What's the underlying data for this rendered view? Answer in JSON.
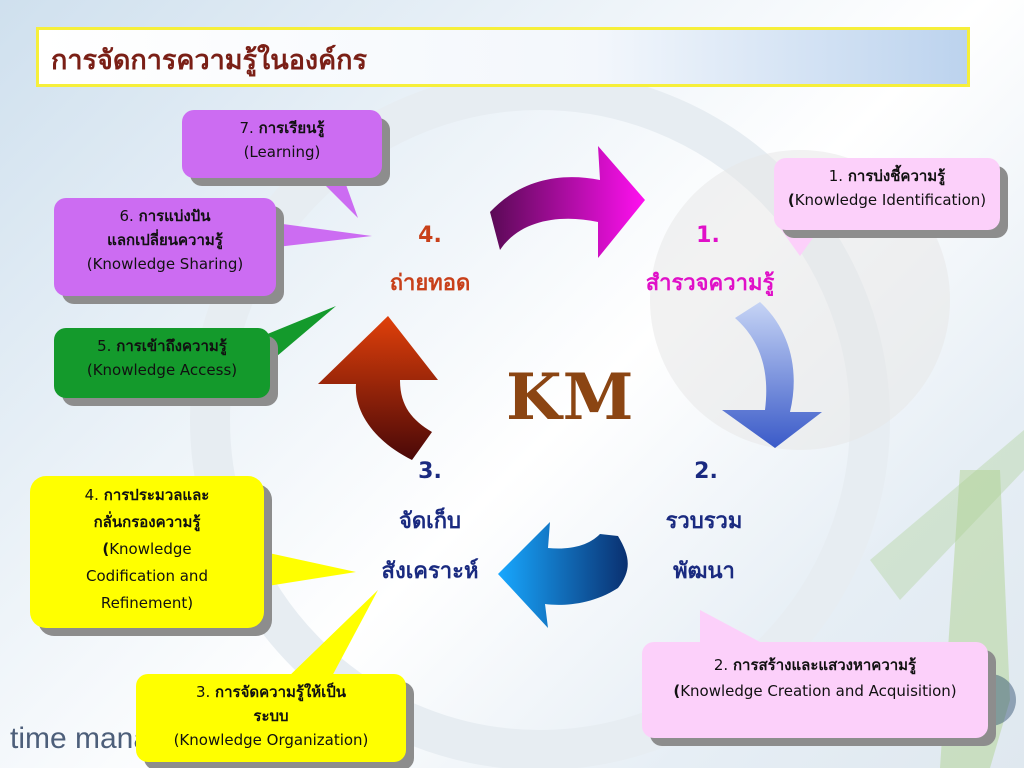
{
  "title": "การจัดการความรู้ในองค์กร",
  "center": "KM",
  "steps": {
    "s1": {
      "num": "1.",
      "label": "สำรวจความรู้"
    },
    "s2": {
      "num": "2.",
      "line1": "รวบรวม",
      "line2": "พัฒนา"
    },
    "s3": {
      "num": "3.",
      "line1": "จัดเก็บ",
      "line2": "สังเคราะห์"
    },
    "s4": {
      "num": "4.",
      "label": "ถ่ายทอด"
    }
  },
  "boxes": {
    "b1": {
      "num": "1.",
      "th": "การบ่งชี้ความรู้",
      "en_prefix": "(",
      "en": "Knowledge Identification)"
    },
    "b2": {
      "num": "2.",
      "th": "การสร้างและแสวงหาความรู้",
      "en_prefix": "(",
      "en": "Knowledge Creation and Acquisition)"
    },
    "b3": {
      "num": "3.",
      "th1": "การจัดความรู้ให้เป็น",
      "th2": "ระบบ",
      "en": "(Knowledge Organization)"
    },
    "b4": {
      "num": "4.",
      "th1": "การประมวลและ",
      "th2": "กลั่นกรองความรู้",
      "en_prefix": "(",
      "en1": "Knowledge",
      "en2": "Codification and",
      "en3": "Refinement)"
    },
    "b5": {
      "num": "5.",
      "th": "การเข้าถึงความรู้",
      "en": "(Knowledge Access)"
    },
    "b6": {
      "num": "6.",
      "th1": "การแบ่งปัน",
      "th2": "แลกเปลี่ยนความรู้",
      "en": "(Knowledge Sharing)"
    },
    "b7": {
      "num": "7.",
      "th": "การเรียนรู้",
      "en": "(Learning)"
    }
  },
  "background_text": "time mana",
  "colors": {
    "title": "#7a1f16",
    "step_orange": "#c8401a",
    "step_magenta": "#e010c8",
    "step_blue": "#1a2a80",
    "km": "#8b4513",
    "box_magenta_light": "#fcd0fa",
    "box_purple": "#cc6cf2",
    "box_green": "#149a2c",
    "box_yellow": "#ffff00"
  }
}
